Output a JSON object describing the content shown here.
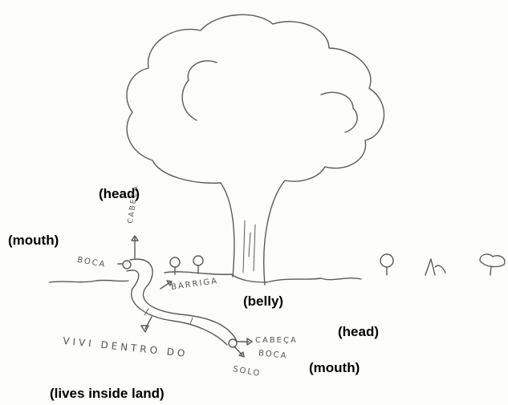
{
  "handwritten": {
    "cabeca_top": "CABEÇA",
    "boca_left": "BOCA",
    "barriga": "BARRIGA",
    "cabeca_right": "CABEÇA",
    "boca_right": "BOCA",
    "vivi_dentro_do": "VIVI DENTRO DO",
    "solo": "SOLO"
  },
  "translations": {
    "head_top": "(head)",
    "mouth_left": "(mouth)",
    "belly": "(belly)",
    "head_right": "(head)",
    "mouth_right": "(mouth)",
    "lives_inside_land": "(lives inside land)"
  },
  "colors": {
    "pencil": "#5a5a5a",
    "paper": "#fdfdfb",
    "label_text": "#000000"
  }
}
